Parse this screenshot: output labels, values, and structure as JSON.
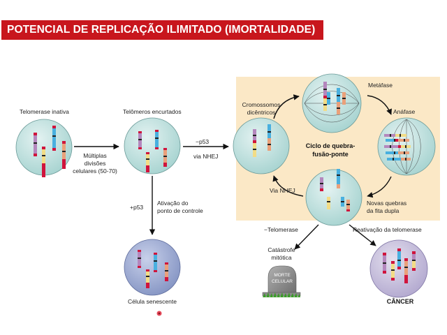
{
  "title": "POTENCIAL DE REPLICAÇÃO ILIMITADO (IMORTALIDADE)",
  "labels": {
    "telomerase_inativa": "Telomerase inativa",
    "multiplas_1": "Múltiplas",
    "multiplas_2": "divisões",
    "multiplas_3": "celulares (50-70)",
    "telomeros_encurtados": "Telômeros encurtados",
    "minus_p53": "−p53",
    "via_nhej_top": "via NHEJ",
    "plus_p53": "+p53",
    "ativacao_1": "Ativação do",
    "ativacao_2": "ponto de controle",
    "celula_senescente": "Célula senescente",
    "cromossomos_1": "Cromossomos",
    "cromossomos_2": "dicêntricos",
    "metafase": "Metáfase",
    "anafase": "Anáfase",
    "ciclo_1": "Ciclo de quebra-",
    "ciclo_2": "fusão-ponte",
    "via_nhej_cycle": "Via NHEJ",
    "novas_1": "Novas quebras",
    "novas_2": "da fita dupla",
    "minus_telomerase": "−Telomerase",
    "reativacao": "Reativação da telomerase",
    "catastrofe_1": "Catástrofe",
    "catastrofe_2": "mitótica",
    "morte_1": "MORTE",
    "morte_2": "CELULAR",
    "cancer": "CÂNCER"
  },
  "colors": {
    "title_bg": "#c8161d",
    "cycle_bg": "#fbe8c6",
    "cell_normal": "#bfe1df",
    "cell_senescent": "#9aa8cf",
    "cell_cancer": "#c5bedb",
    "chrom_red": "#d0143c",
    "chrom_purple": "#b487bd",
    "chrom_blue": "#49b0df",
    "chrom_orange": "#eaa07a",
    "chrom_yellow": "#f2dc86"
  }
}
